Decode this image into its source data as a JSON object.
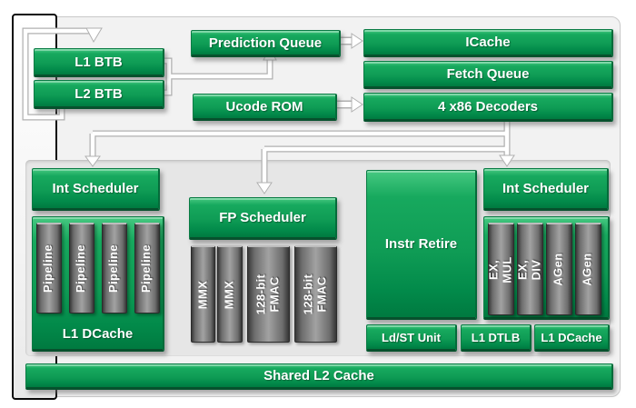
{
  "front_end": {
    "l1_btb": "L1 BTB",
    "l2_btb": "L2 BTB",
    "prediction_queue": "Prediction Queue",
    "ucode_rom": "Ucode ROM",
    "icache": "ICache",
    "fetch_queue": "Fetch Queue",
    "decoders": "4 x86 Decoders"
  },
  "int_left": {
    "scheduler": "Int Scheduler",
    "pipes": [
      "Pipeline",
      "Pipeline",
      "Pipeline",
      "Pipeline"
    ],
    "dcache": "L1 DCache"
  },
  "fp": {
    "scheduler": "FP Scheduler",
    "units": [
      "MMX",
      "MMX",
      "128-bit\nFMAC",
      "128-bit\nFMAC"
    ]
  },
  "retire": {
    "instr": "Instr Retire",
    "ldst": "Ld/ST Unit"
  },
  "int_right": {
    "scheduler": "Int Scheduler",
    "units": [
      "EX, MUL",
      "EX, DIV",
      "AGen",
      "AGen"
    ],
    "dtlb": "L1 DTLB",
    "dcache": "L1 DCache"
  },
  "l2": {
    "label": "Shared L2 Cache"
  },
  "colors": {
    "block_green": "#0f9c55",
    "block_green_dark": "#007a40",
    "unit_gray": "#6d6d6d",
    "panel_gray": "#e6e6e6",
    "chip_gray": "#f2f2f2",
    "core_outline": "#0a0a0a",
    "wire_white": "#ffffff",
    "wire_outline": "#b0b0b0",
    "text_white": "#ffffff"
  }
}
